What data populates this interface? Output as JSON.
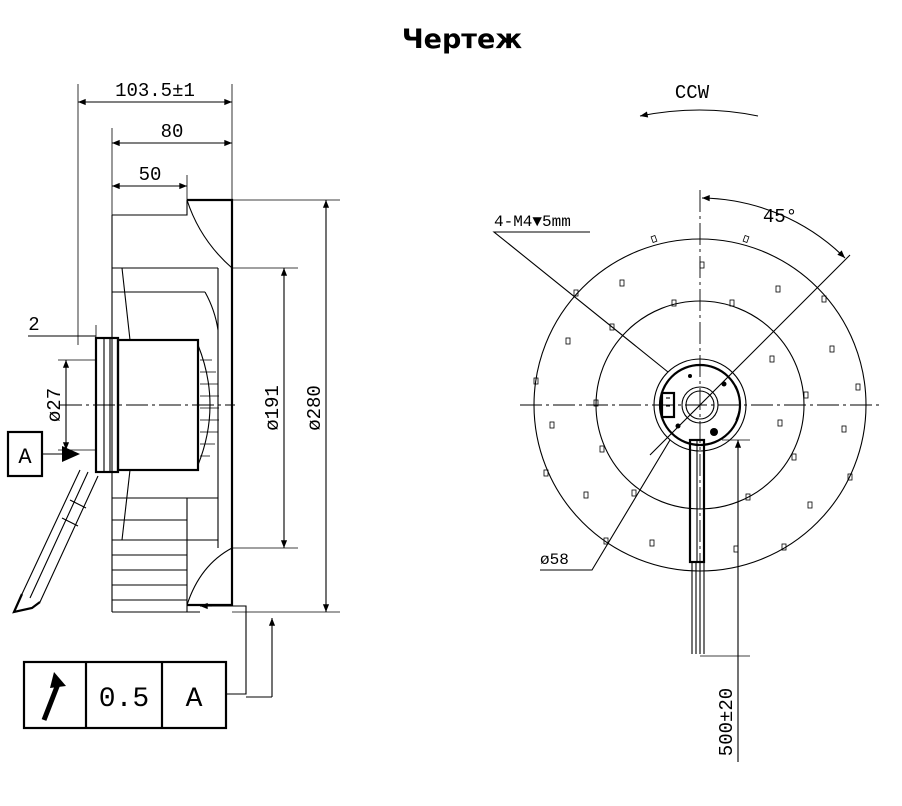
{
  "title": "Чертеж",
  "side_view": {
    "dim_total_depth": "103.5±1",
    "dim_80": "80",
    "dim_50": "50",
    "dim_2": "2",
    "dim_shaft": "ø27",
    "dim_inner": "ø191",
    "dim_outer": "ø280",
    "datum_label": "A"
  },
  "tolerance_frame": {
    "symbol": "runout-arrow",
    "value": "0.5",
    "datum": "A"
  },
  "front_view": {
    "rotation": "CCW",
    "thread": "4-M4▼5mm",
    "angle": "45°",
    "hub_diameter": "ø58",
    "cable_length": "500±20"
  }
}
